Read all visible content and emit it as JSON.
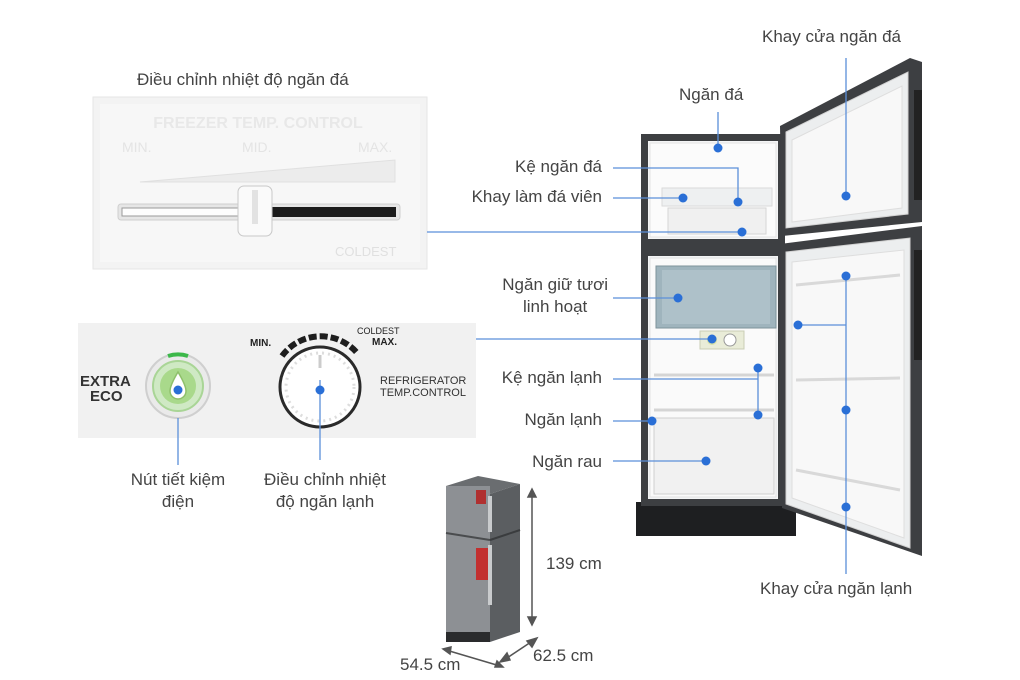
{
  "labels": {
    "freezer_temp_title": "Điều chỉnh nhiệt độ ngăn đá",
    "ngan_da": "Ngăn đá",
    "khay_cua_ngan_da": "Khay cửa ngăn đá",
    "ke_ngan_da": "Kệ ngăn đá",
    "khay_lam_da_vien": "Khay làm đá viên",
    "ngan_giu_tuoi_1": "Ngăn giữ tươi",
    "ngan_giu_tuoi_2": "linh hoạt",
    "ke_ngan_lanh": "Kệ ngăn lạnh",
    "ngan_lanh": "Ngăn lạnh",
    "ngan_rau": "Ngăn rau",
    "khay_cua_ngan_lanh": "Khay cửa ngăn lạnh",
    "nut_tiet_kiem_1": "Nút tiết kiệm",
    "nut_tiet_kiem_2": "điện",
    "dieu_chinh_lanh_1": "Điều chỉnh nhiệt",
    "dieu_chinh_lanh_2": "độ ngăn lạnh"
  },
  "freezer_panel": {
    "title": "FREEZER TEMP. CONTROL",
    "min": "MIN.",
    "mid": "MID.",
    "max": "MAX.",
    "coldest": "COLDEST"
  },
  "fridge_panel": {
    "extra": "EXTRA",
    "eco": "ECO",
    "min": "MIN.",
    "coldest": "COLDEST",
    "max": "MAX.",
    "refrigerator": "REFRIGERATOR",
    "temp_control": "TEMP.CONTROL"
  },
  "dimensions": {
    "height": "139 cm",
    "depth": "62.5 cm",
    "width": "54.5 cm"
  },
  "colors": {
    "pointer": "#2a6fd6",
    "line": "#5b8fd9",
    "fridge_body": "#3d3f42",
    "panel_bg": "#f2f2f2"
  }
}
